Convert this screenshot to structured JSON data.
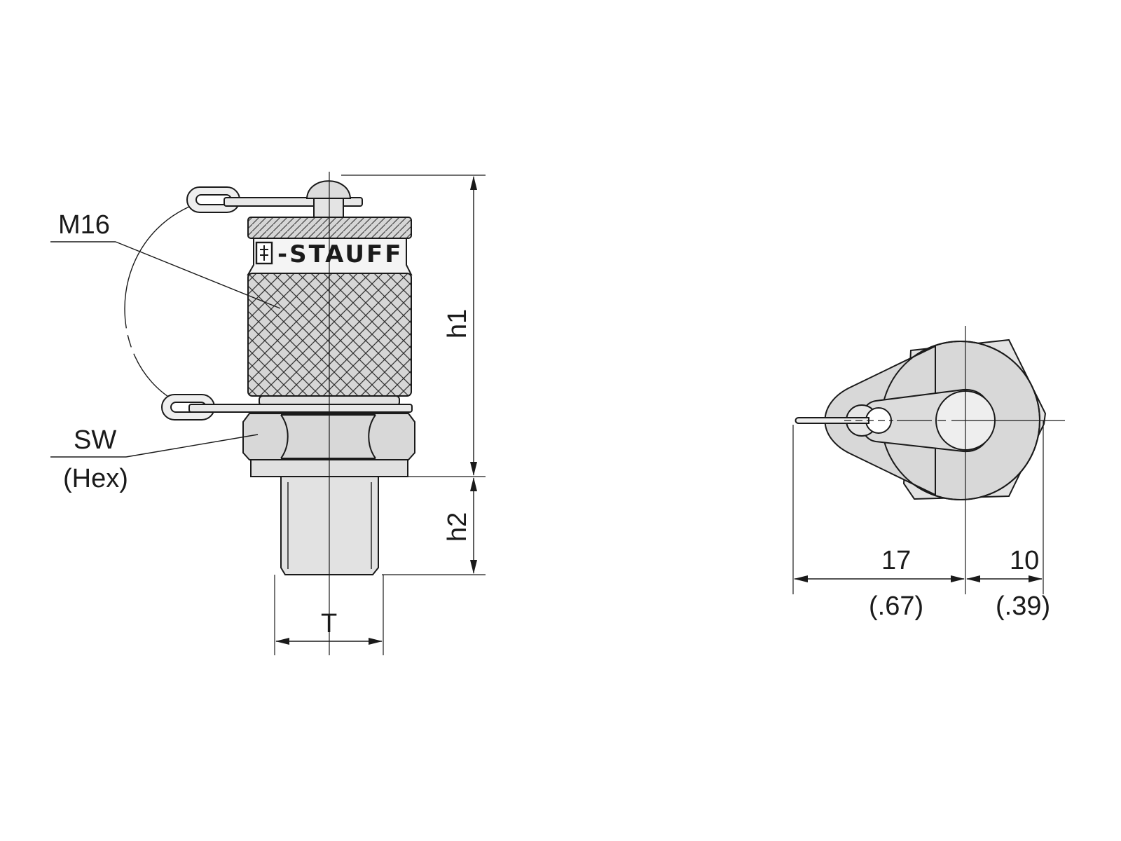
{
  "side_view": {
    "label_m16": "M16",
    "label_sw": "SW",
    "label_hex": "(Hex)",
    "dim_h1": "h1",
    "dim_h2": "h2",
    "dim_t": "T",
    "brand": "-STAUFF"
  },
  "top_view": {
    "dim_17": "17",
    "dim_17_in": "(.67)",
    "dim_10": "10",
    "dim_10_in": "(.39)"
  },
  "colors": {
    "line": "#1a1a1a",
    "body_fill": "#d9d9d9",
    "band_fill": "#eeeeee",
    "thread_fill": "#e6e6e6"
  }
}
